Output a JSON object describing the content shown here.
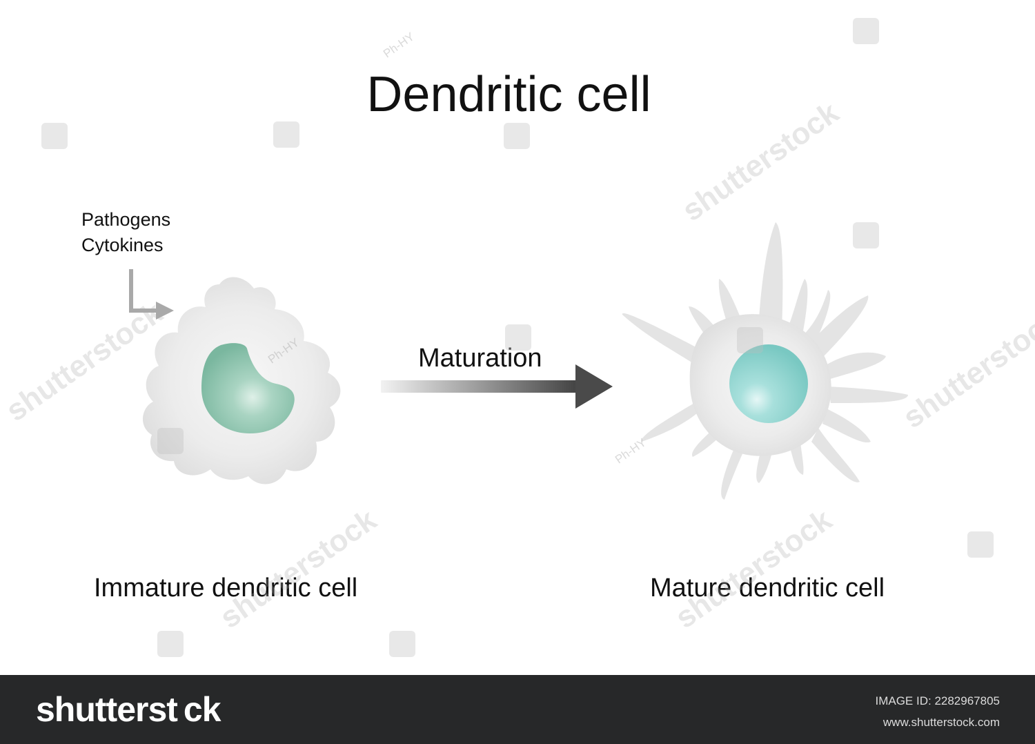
{
  "diagram": {
    "title": "Dendritic cell",
    "input_labels": [
      "Pathogens",
      "Cytokines"
    ],
    "process_label": "Maturation",
    "left_caption": "Immature dendritic cell",
    "right_caption": "Mature dendritic cell",
    "colors": {
      "cell_body": "#e6e6e6",
      "immature_nucleus": "#8fc4ae",
      "mature_nucleus": "#86d0cb",
      "arrow_dark": "#4a4a4a",
      "arrow_light": "#f2f2f2",
      "pointer_arrow": "#a9a9a9"
    }
  },
  "watermarks": {
    "brand": "shutterstock",
    "contributor": "Ph-HY"
  },
  "footer": {
    "logo": "shutterst ck",
    "image_id": "IMAGE ID: 2282967805",
    "url": "www.shutterstock.com",
    "background": "#272829"
  }
}
